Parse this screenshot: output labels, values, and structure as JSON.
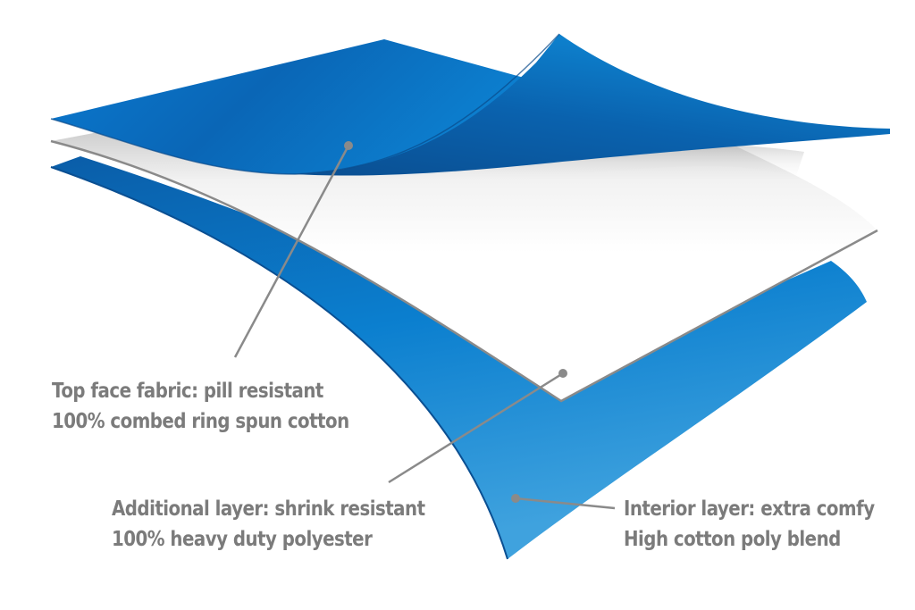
{
  "colors": {
    "fabric_blue": "#0a74c4",
    "fabric_blue_dark": "#0a5da8",
    "fabric_blue_light": "#3fa2de",
    "middle_layer": "#ffffff",
    "middle_layer_edge": "#8a8a8a",
    "label_text": "#7b7b7b",
    "leader_line": "#8a8a8a"
  },
  "labels": {
    "top_face": {
      "line1": "Top face fabric: pill resistant",
      "line2": "100% combed ring spun cotton"
    },
    "additional_layer": {
      "line1": "Additional layer: shrink resistant",
      "line2": "100% heavy duty polyester"
    },
    "interior_layer": {
      "line1": "Interior layer: extra comfy",
      "line2": "High cotton poly blend"
    }
  }
}
